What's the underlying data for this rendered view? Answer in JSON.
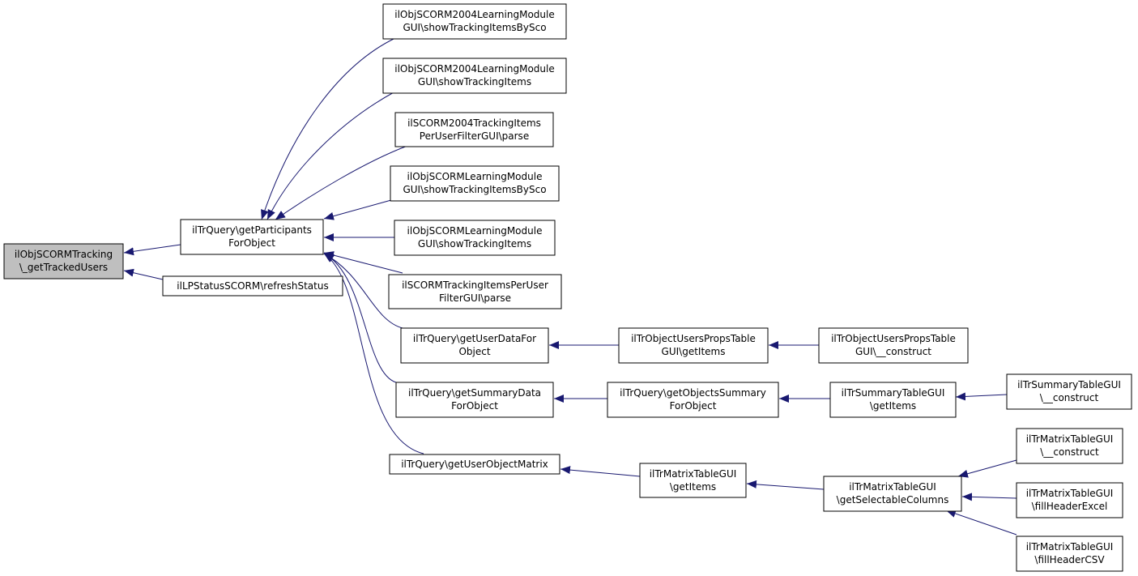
{
  "colors": {
    "edge": "#191970",
    "node_border": "#000000",
    "root_fill": "#bfbfbf",
    "node_fill": "#ffffff"
  },
  "nodes": {
    "tracked_users": [
      "ilObjSCORMTracking",
      "\\_getTrackedUsers"
    ],
    "get_participants": [
      "ilTrQuery\\getParticipants",
      "ForObject"
    ],
    "refresh_status": [
      "ilLPStatusSCORM\\refreshStatus"
    ],
    "s2004_by_sco": [
      "ilObjSCORM2004LearningModule",
      "GUI\\showTrackingItemsBySco"
    ],
    "s2004_items": [
      "ilObjSCORM2004LearningModule",
      "GUI\\showTrackingItems"
    ],
    "s2004_filter": [
      "ilSCORM2004TrackingItems",
      "PerUserFilterGUI\\parse"
    ],
    "scorm_by_sco": [
      "ilObjSCORMLearningModule",
      "GUI\\showTrackingItemsBySco"
    ],
    "scorm_items": [
      "ilObjSCORMLearningModule",
      "GUI\\showTrackingItems"
    ],
    "scorm_filter": [
      "ilSCORMTrackingItemsPerUser",
      "FilterGUI\\parse"
    ],
    "user_data": [
      "ilTrQuery\\getUserDataFor",
      "Object"
    ],
    "summary_data": [
      "ilTrQuery\\getSummaryData",
      "ForObject"
    ],
    "user_object_matrix": [
      "ilTrQuery\\getUserObjectMatrix"
    ],
    "users_props_get": [
      "ilTrObjectUsersPropsTable",
      "GUI\\getItems"
    ],
    "users_props_construct": [
      "ilTrObjectUsersPropsTable",
      "GUI\\__construct"
    ],
    "objects_summary": [
      "ilTrQuery\\getObjectsSummary",
      "ForObject"
    ],
    "summary_table_get": [
      "ilTrSummaryTableGUI",
      "\\getItems"
    ],
    "summary_table_construct": [
      "ilTrSummaryTableGUI",
      "\\__construct"
    ],
    "matrix_get": [
      "ilTrMatrixTableGUI",
      "\\getItems"
    ],
    "matrix_selectable": [
      "ilTrMatrixTableGUI",
      "\\getSelectableColumns"
    ],
    "matrix_construct": [
      "ilTrMatrixTableGUI",
      "\\__construct"
    ],
    "matrix_excel": [
      "ilTrMatrixTableGUI",
      "\\fillHeaderExcel"
    ],
    "matrix_csv": [
      "ilTrMatrixTableGUI",
      "\\fillHeaderCSV"
    ]
  }
}
